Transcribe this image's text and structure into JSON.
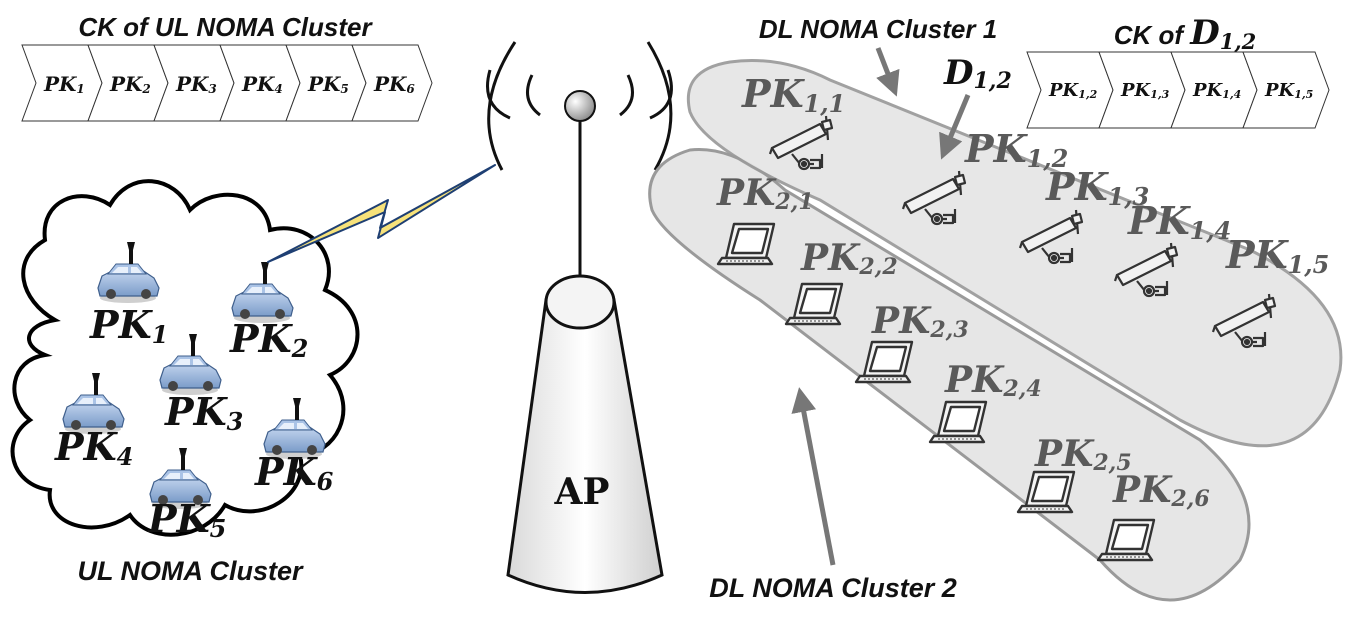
{
  "ul_ck": {
    "title": "CK of UL NOMA Cluster",
    "packets": [
      {
        "main": "PK",
        "sub": "1"
      },
      {
        "main": "PK",
        "sub": "2"
      },
      {
        "main": "PK",
        "sub": "3"
      },
      {
        "main": "PK",
        "sub": "4"
      },
      {
        "main": "PK",
        "sub": "5"
      },
      {
        "main": "PK",
        "sub": "6"
      }
    ]
  },
  "ul_cluster": {
    "label": "UL NOMA Cluster",
    "devices": [
      {
        "main": "PK",
        "sub": "1",
        "icon": "car-icon"
      },
      {
        "main": "PK",
        "sub": "2",
        "icon": "car-icon"
      },
      {
        "main": "PK",
        "sub": "3",
        "icon": "car-icon"
      },
      {
        "main": "PK",
        "sub": "4",
        "icon": "car-icon"
      },
      {
        "main": "PK",
        "sub": "5",
        "icon": "car-icon"
      },
      {
        "main": "PK",
        "sub": "6",
        "icon": "car-icon"
      }
    ]
  },
  "ap": {
    "label": "AP"
  },
  "dl_cluster_1": {
    "label": "DL NOMA Cluster 1",
    "d_marker": {
      "main": "D",
      "sub": "1,2"
    },
    "devices": [
      {
        "main": "PK",
        "sub": "1,1",
        "icon": "camera-icon"
      },
      {
        "main": "PK",
        "sub": "1,2",
        "icon": "camera-icon"
      },
      {
        "main": "PK",
        "sub": "1,3",
        "icon": "camera-icon"
      },
      {
        "main": "PK",
        "sub": "1,4",
        "icon": "camera-icon"
      },
      {
        "main": "PK",
        "sub": "1,5",
        "icon": "camera-icon"
      }
    ]
  },
  "dl_ck": {
    "title_prefix": "CK of ",
    "title_main": "D",
    "title_sub": "1,2",
    "packets": [
      {
        "main": "PK",
        "sub": "1,2"
      },
      {
        "main": "PK",
        "sub": "1,3"
      },
      {
        "main": "PK",
        "sub": "1,4"
      },
      {
        "main": "PK",
        "sub": "1,5"
      }
    ]
  },
  "dl_cluster_2": {
    "label": "DL NOMA Cluster 2",
    "devices": [
      {
        "main": "PK",
        "sub": "2,1",
        "icon": "laptop-icon"
      },
      {
        "main": "PK",
        "sub": "2,2",
        "icon": "laptop-icon"
      },
      {
        "main": "PK",
        "sub": "2,3",
        "icon": "laptop-icon"
      },
      {
        "main": "PK",
        "sub": "2,4",
        "icon": "laptop-icon"
      },
      {
        "main": "PK",
        "sub": "2,5",
        "icon": "laptop-icon"
      },
      {
        "main": "PK",
        "sub": "2,6",
        "icon": "laptop-icon"
      }
    ]
  },
  "colors": {
    "beam_fill": "#e6e6e6",
    "device_label_dark": "#111111",
    "device_label_grey": "#5a5a5a",
    "car_body": "#9fbbe0",
    "lightning": "#f7e27a"
  }
}
